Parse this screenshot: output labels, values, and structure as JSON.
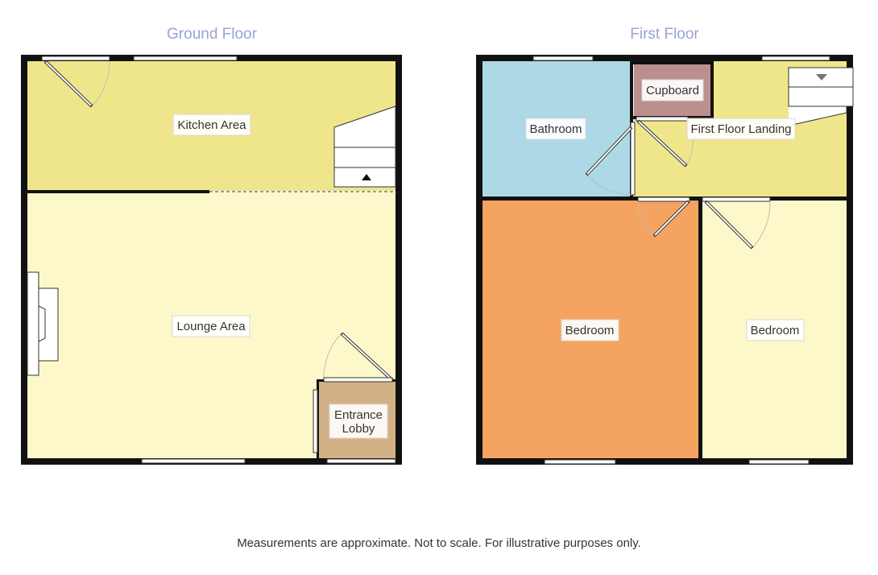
{
  "floors": {
    "ground": {
      "title": "Ground Floor",
      "rooms": {
        "kitchen": {
          "label": "Kitchen Area",
          "color": "#efe68b"
        },
        "lounge": {
          "label": "Lounge Area",
          "color": "#fdf8c9"
        },
        "lobby": {
          "label_line1": "Entrance",
          "label_line2": "Lobby",
          "color": "#d3b186"
        }
      }
    },
    "first": {
      "title": "First Floor",
      "rooms": {
        "bathroom": {
          "label": "Bathroom",
          "color": "#add8e6"
        },
        "cupboard": {
          "label": "Cupboard",
          "color": "#bc8f8f"
        },
        "landing": {
          "label": "First Floor Landing",
          "color": "#efe68b"
        },
        "bedroom_left": {
          "label": "Bedroom",
          "color": "#f4a460"
        },
        "bedroom_right": {
          "label": "Bedroom",
          "color": "#fdf8c9"
        }
      }
    }
  },
  "footer": "Measurements are approximate. Not to scale. For illustrative purposes only."
}
